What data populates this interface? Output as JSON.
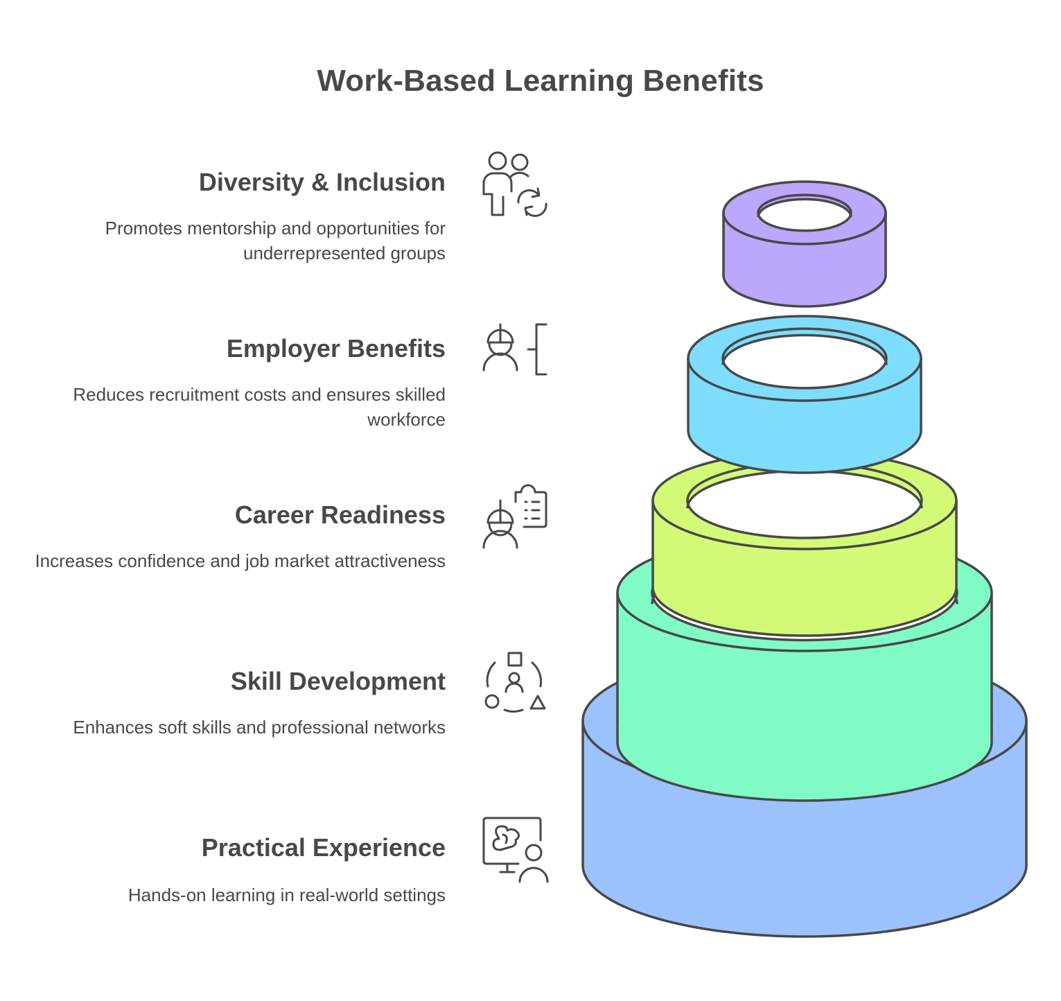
{
  "title": "Work-Based Learning Benefits",
  "items": [
    {
      "title": "Diversity & Inclusion",
      "description": "Promotes mentorship and opportunities for underrepresented groups",
      "icon": "diversity-people-cycle-icon",
      "color": "#BBA7FB"
    },
    {
      "title": "Employer Benefits",
      "description": "Reduces recruitment costs and ensures skilled workforce",
      "icon": "worker-hardhat-bracket-icon",
      "color": "#7EDDFD"
    },
    {
      "title": "Career Readiness",
      "description": "Increases confidence and job market attractiveness",
      "icon": "worker-checklist-icon",
      "color": "#D2FA77"
    },
    {
      "title": "Skill Development",
      "description": "Enhances soft skills and professional networks",
      "icon": "person-shapes-cycle-icon",
      "color": "#80FBC5"
    },
    {
      "title": "Practical Experience",
      "description": "Hands-on learning in real-world settings",
      "icon": "presentation-person-icon",
      "color": "#9CC2FD"
    }
  ],
  "stroke_color": "#484848"
}
